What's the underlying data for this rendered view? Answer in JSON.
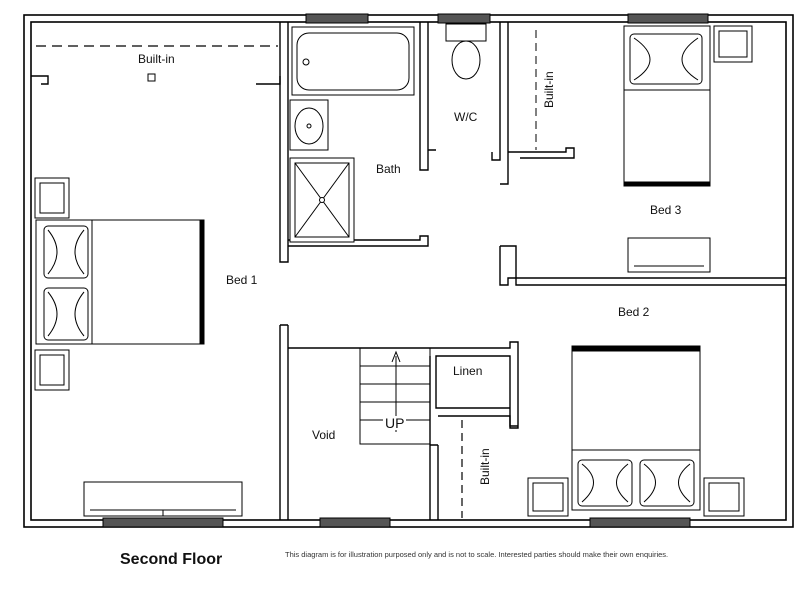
{
  "plan": {
    "title": "Second Floor",
    "disclaimer": "This diagram is for illustration purposed only and is not to scale. Interested parties should make their own enquiries.",
    "rooms": {
      "bed1": "Bed 1",
      "bed2": "Bed 2",
      "bed3": "Bed 3",
      "bath": "Bath",
      "wc": "W/C",
      "void": "Void",
      "linen": "Linen",
      "stairs_up": "UP",
      "builtin_bed1": "Built-in",
      "builtin_bed3": "Built-in",
      "builtin_bed2": "Built-in"
    }
  }
}
